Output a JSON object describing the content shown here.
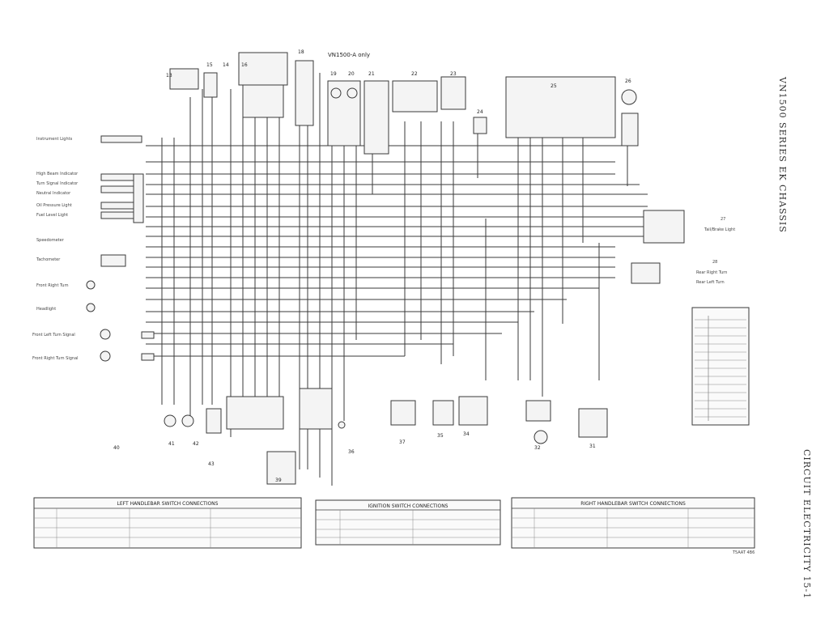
{
  "header": {
    "model_title": "VN1500 SERIES EK CHASSIS",
    "section_title": "CIRCUIT ELECTRICITY 15-1",
    "top_note": "VN1500-A only",
    "footer_note": "T5AAT 4B6"
  },
  "tables": {
    "left": {
      "title": "LEFT HANDLEBAR SWITCH CONNECTIONS"
    },
    "center": {
      "title": "IGNITION SWITCH CONNECTIONS"
    },
    "right": {
      "title": "RIGHT HANDLEBAR SWITCH CONNECTIONS"
    }
  },
  "colors": {
    "paper": "#ffffff",
    "wire": "#3a3a3a",
    "text": "#333333"
  }
}
